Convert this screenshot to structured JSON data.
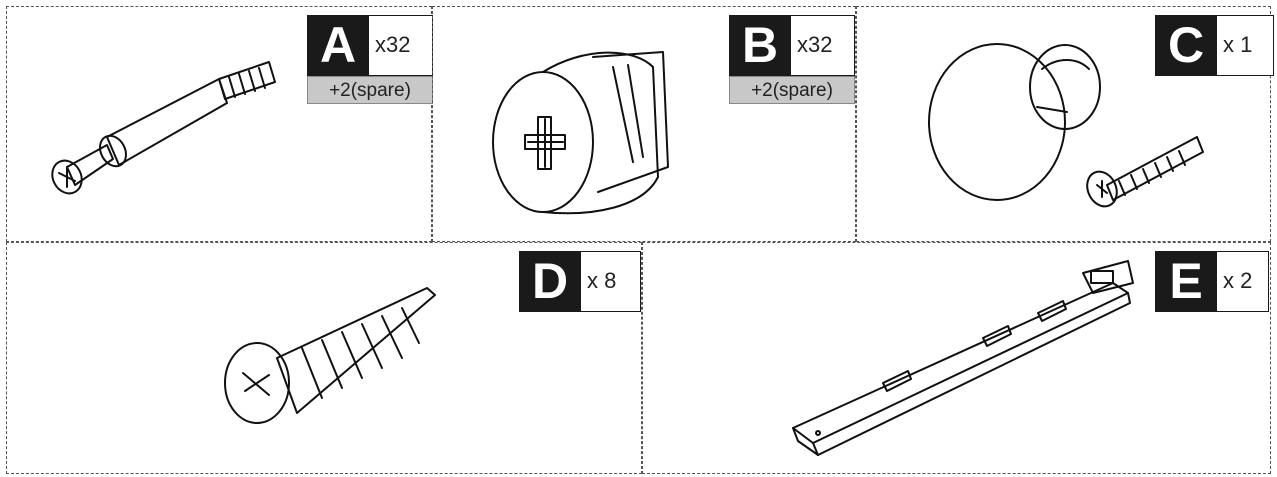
{
  "parts": [
    {
      "letter": "A",
      "quantity": "x32",
      "spare": "+2(spare)",
      "icon": "cam-bolt-icon"
    },
    {
      "letter": "B",
      "quantity": "x32",
      "spare": "+2(spare)",
      "icon": "cam-lock-nut-icon"
    },
    {
      "letter": "C",
      "quantity": "x 1",
      "icon": "knob-with-screw-icon"
    },
    {
      "letter": "D",
      "quantity": "x 8",
      "icon": "wood-screw-icon"
    },
    {
      "letter": "E",
      "quantity": "x 2",
      "icon": "drawer-slide-icon"
    }
  ],
  "colors": {
    "badge": "#1a1a1a",
    "spare_bg": "#c8c8c8",
    "border": "#555555"
  }
}
